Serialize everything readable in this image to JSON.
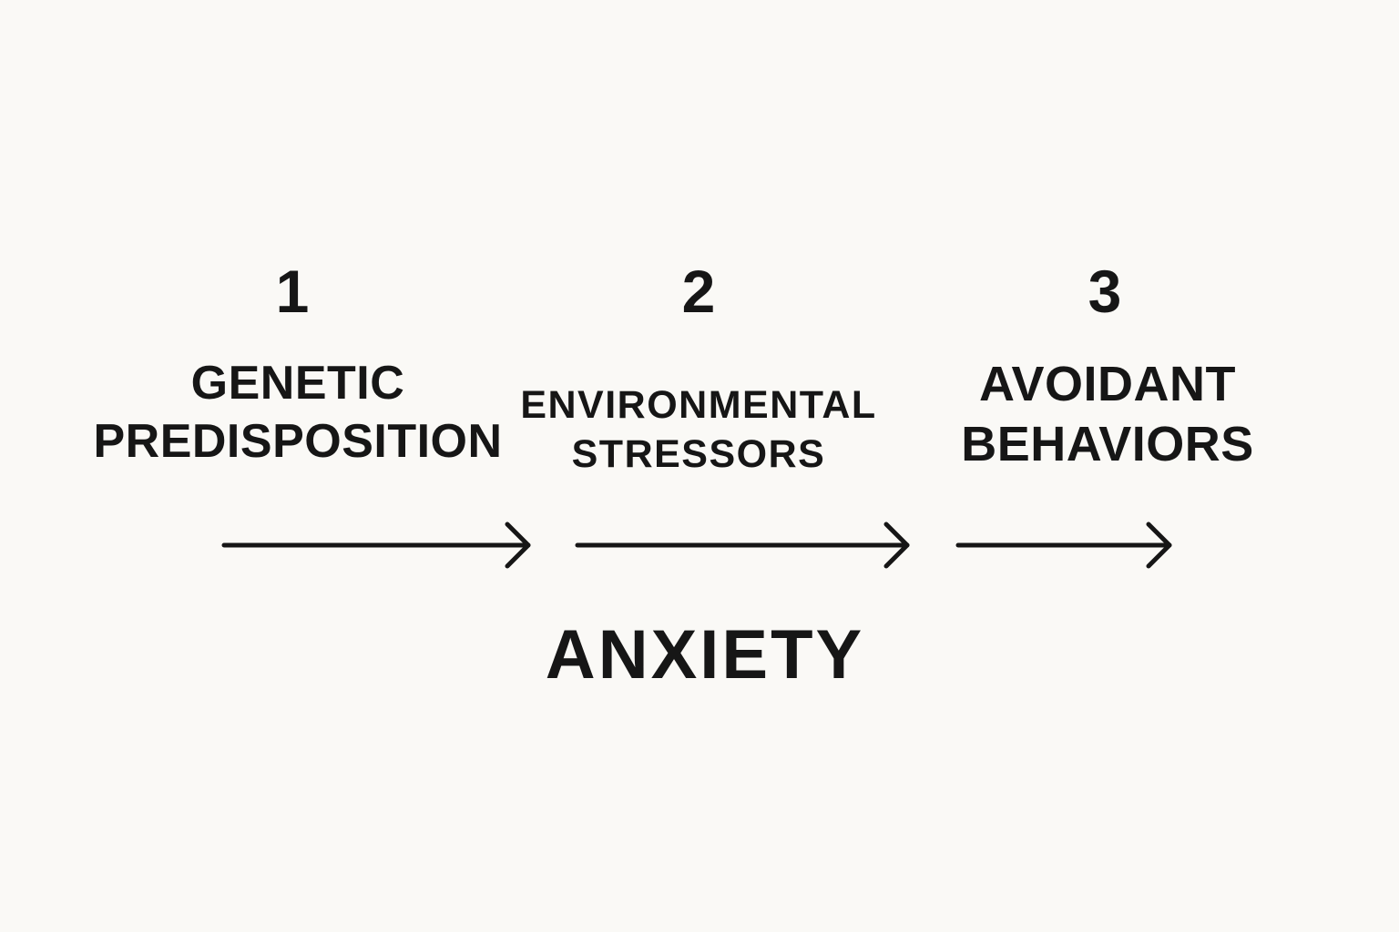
{
  "steps": [
    {
      "number": "1",
      "label_line1": "GENETIC",
      "label_line2": "PREDISPOSITION"
    },
    {
      "number": "2",
      "label_line1": "ENVIRONMENTAL",
      "label_line2": "STRESSORS"
    },
    {
      "number": "3",
      "label_line1": "AVOIDANT",
      "label_line2": "BEHAVIORS"
    }
  ],
  "outcome": "ANXIETY",
  "colors": {
    "background": "#faf9f6",
    "ink": "#161616"
  }
}
